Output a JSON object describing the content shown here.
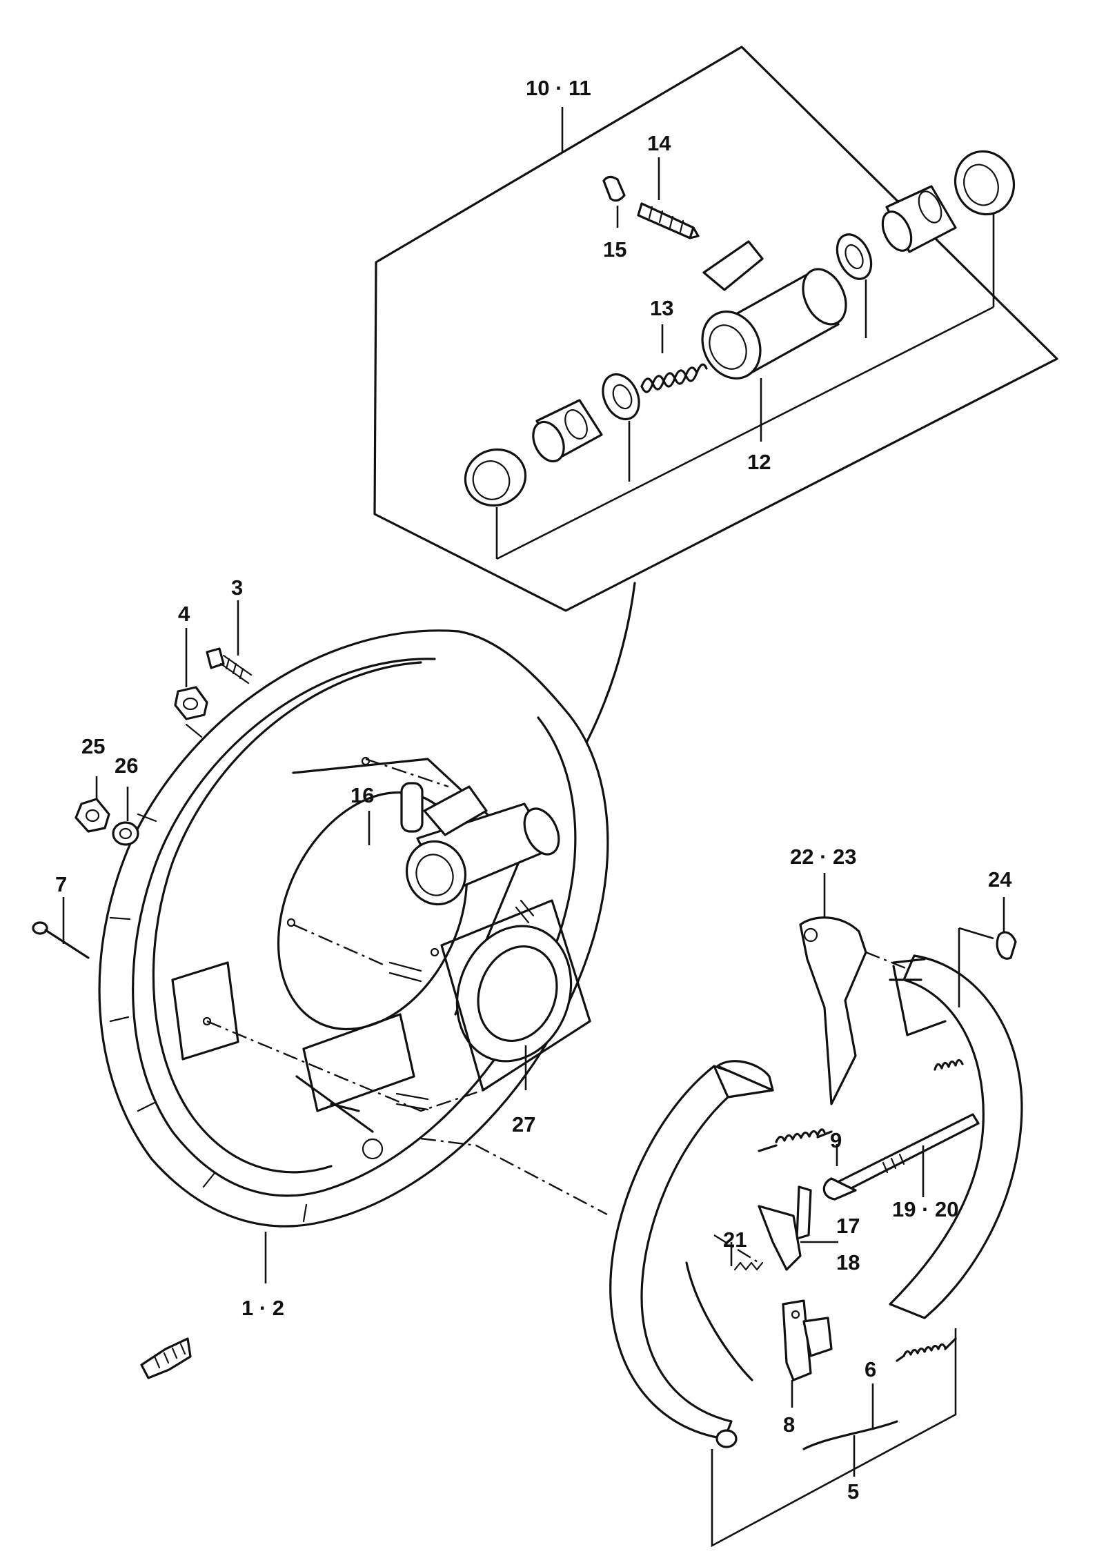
{
  "labels": {
    "l_10_11": "10 · 11",
    "l_14": "14",
    "l_15": "15",
    "l_13": "13",
    "l_12": "12",
    "l_3": "3",
    "l_4": "4",
    "l_25": "25",
    "l_26": "26",
    "l_16": "16",
    "l_7": "7",
    "l_27": "27",
    "l_1_2": "1 · 2",
    "l_22_23": "22 · 23",
    "l_24": "24",
    "l_9": "9",
    "l_19_20": "19 · 20",
    "l_17": "17",
    "l_18": "18",
    "l_21": "21",
    "l_8": "8",
    "l_6": "6",
    "l_5": "5"
  },
  "icons": {
    "front_arrow": "forward-arrow-icon"
  }
}
